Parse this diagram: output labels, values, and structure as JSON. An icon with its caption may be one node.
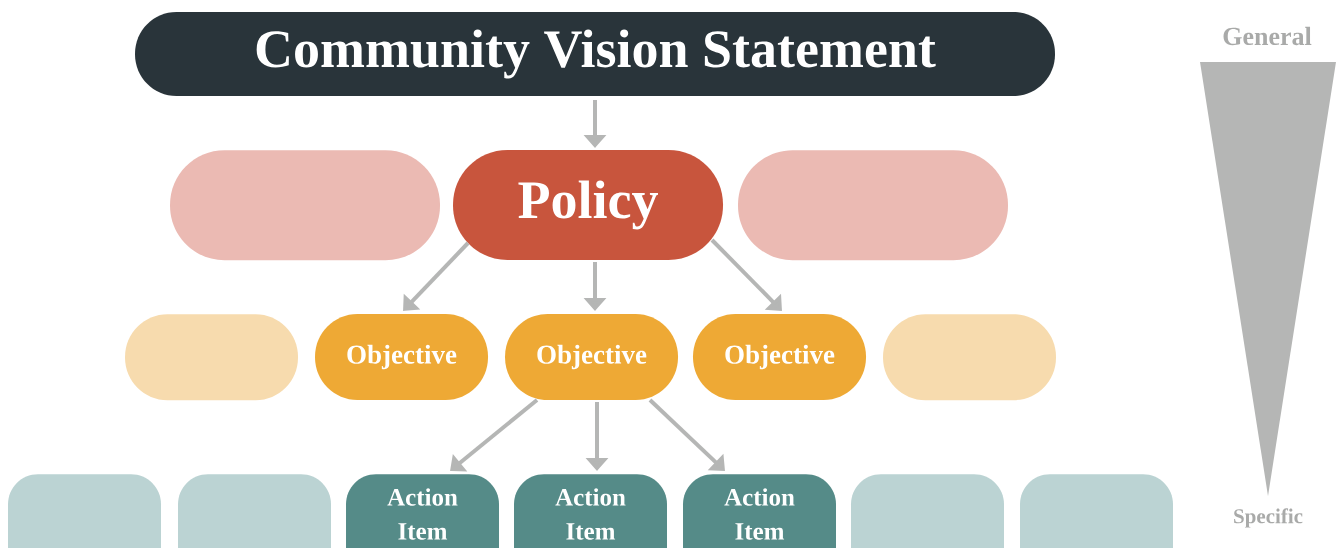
{
  "diagram": {
    "nodes": [
      {
        "text": [
          "Community Vision Statement"
        ]
      },
      {
        "text": [],
        "shape": "pill"
      },
      {
        "text": [
          "Policy"
        ]
      },
      {
        "text": [],
        "shape": "pill"
      },
      {
        "text": [],
        "shape": "pill"
      },
      {
        "text": [
          "Objective"
        ]
      },
      {
        "text": [
          "Objective"
        ]
      },
      {
        "text": [
          "Objective"
        ]
      },
      {
        "text": [],
        "shape": "pill"
      },
      {
        "text": [],
        "shape": "pill"
      },
      {
        "text": [],
        "shape": "pill"
      },
      {
        "text": [
          "Action Item"
        ]
      },
      {
        "text": [
          "Action Item"
        ]
      },
      {
        "text": [
          "Action Item"
        ]
      },
      {
        "text": [],
        "shape": "pill"
      },
      {
        "text": [],
        "shape": "pill"
      }
    ],
    "edges": [
      {
        "from": 0,
        "to": 2,
        "arrow": "to"
      },
      {
        "from": 2,
        "to": 5,
        "arrow": "to"
      },
      {
        "from": 2,
        "to": 6,
        "arrow": "to"
      },
      {
        "from": 2,
        "to": 7,
        "arrow": "to"
      },
      {
        "from": 6,
        "to": 11,
        "arrow": "to"
      },
      {
        "from": 6,
        "to": 12,
        "arrow": "to"
      },
      {
        "from": 6,
        "to": 13,
        "arrow": "to"
      }
    ],
    "labels": [
      "General",
      "Specific"
    ]
  }
}
